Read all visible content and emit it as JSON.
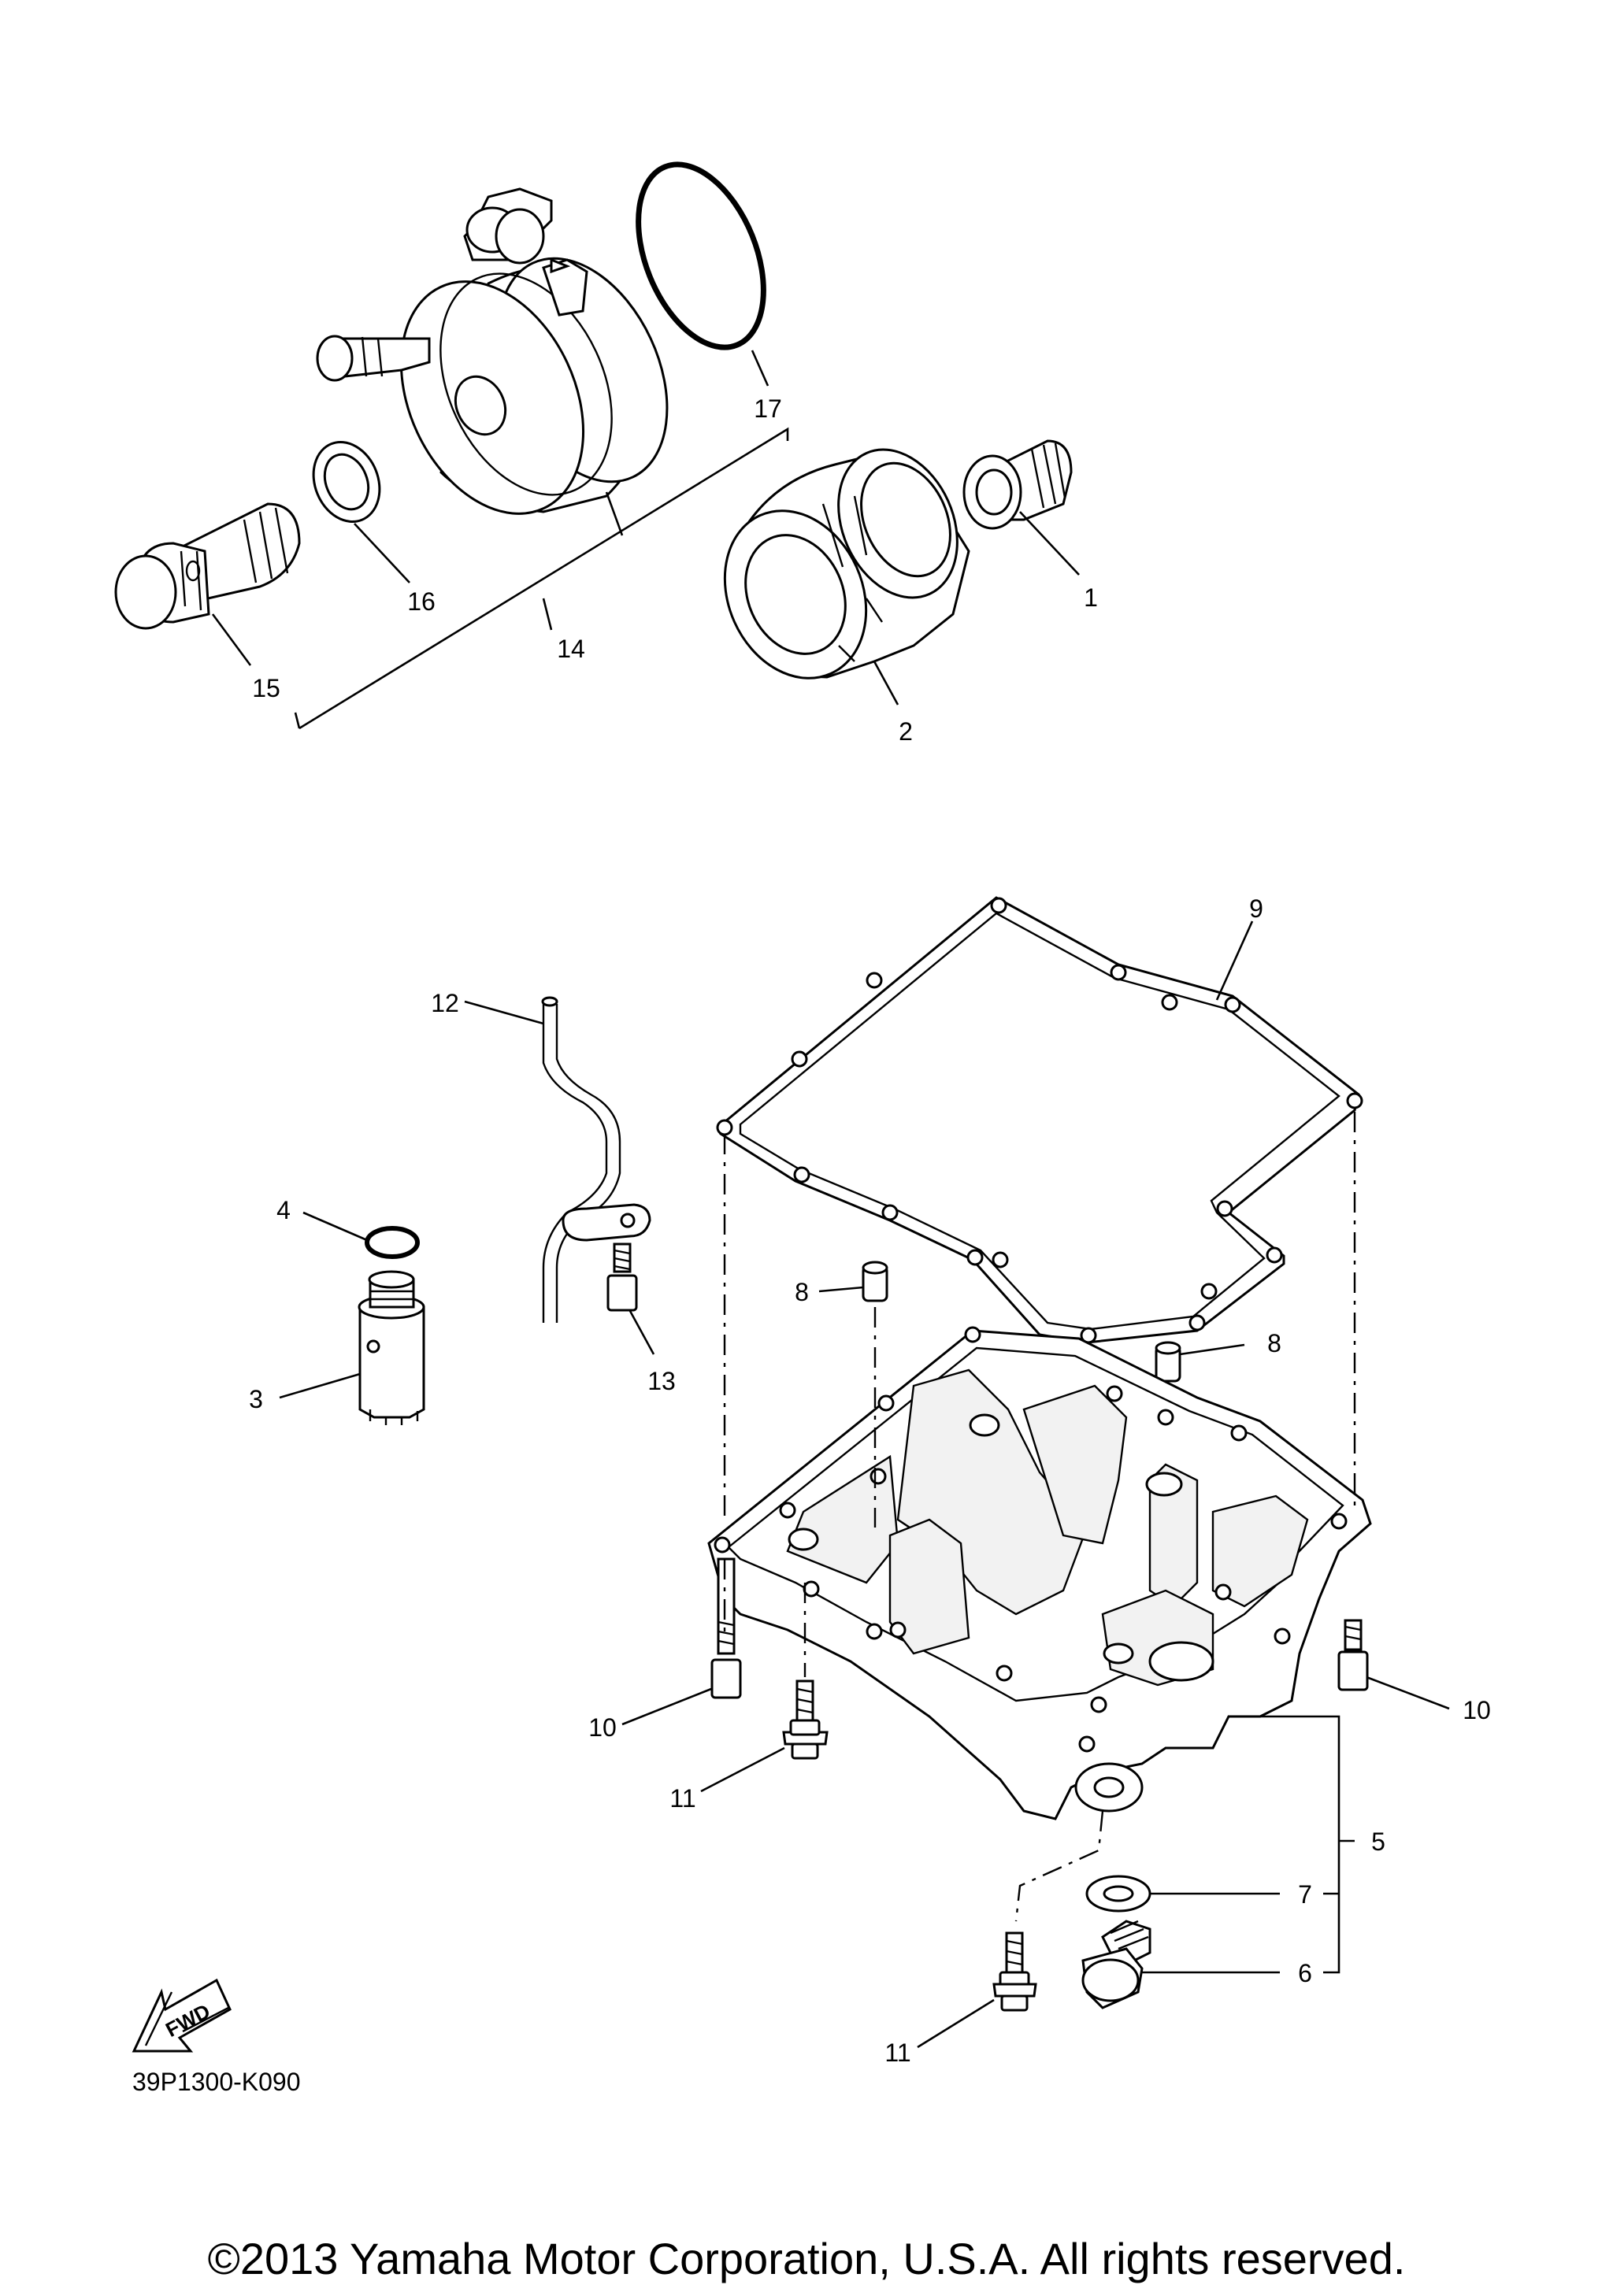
{
  "diagram": {
    "callouts": {
      "c1": "1",
      "c2": "2",
      "c3": "3",
      "c4": "4",
      "c5": "5",
      "c6": "6",
      "c7": "7",
      "c8a": "8",
      "c8b": "8",
      "c9": "9",
      "c10a": "10",
      "c10b": "10",
      "c11a": "11",
      "c11b": "11",
      "c12": "12",
      "c13": "13",
      "c14": "14",
      "c15": "15",
      "c16": "16",
      "c17": "17"
    },
    "fwd_label": "FWD",
    "drawing_code": "39P1300-K090",
    "copyright": "©2013 Yamaha Motor Corporation, U.S.A. All rights reserved."
  }
}
